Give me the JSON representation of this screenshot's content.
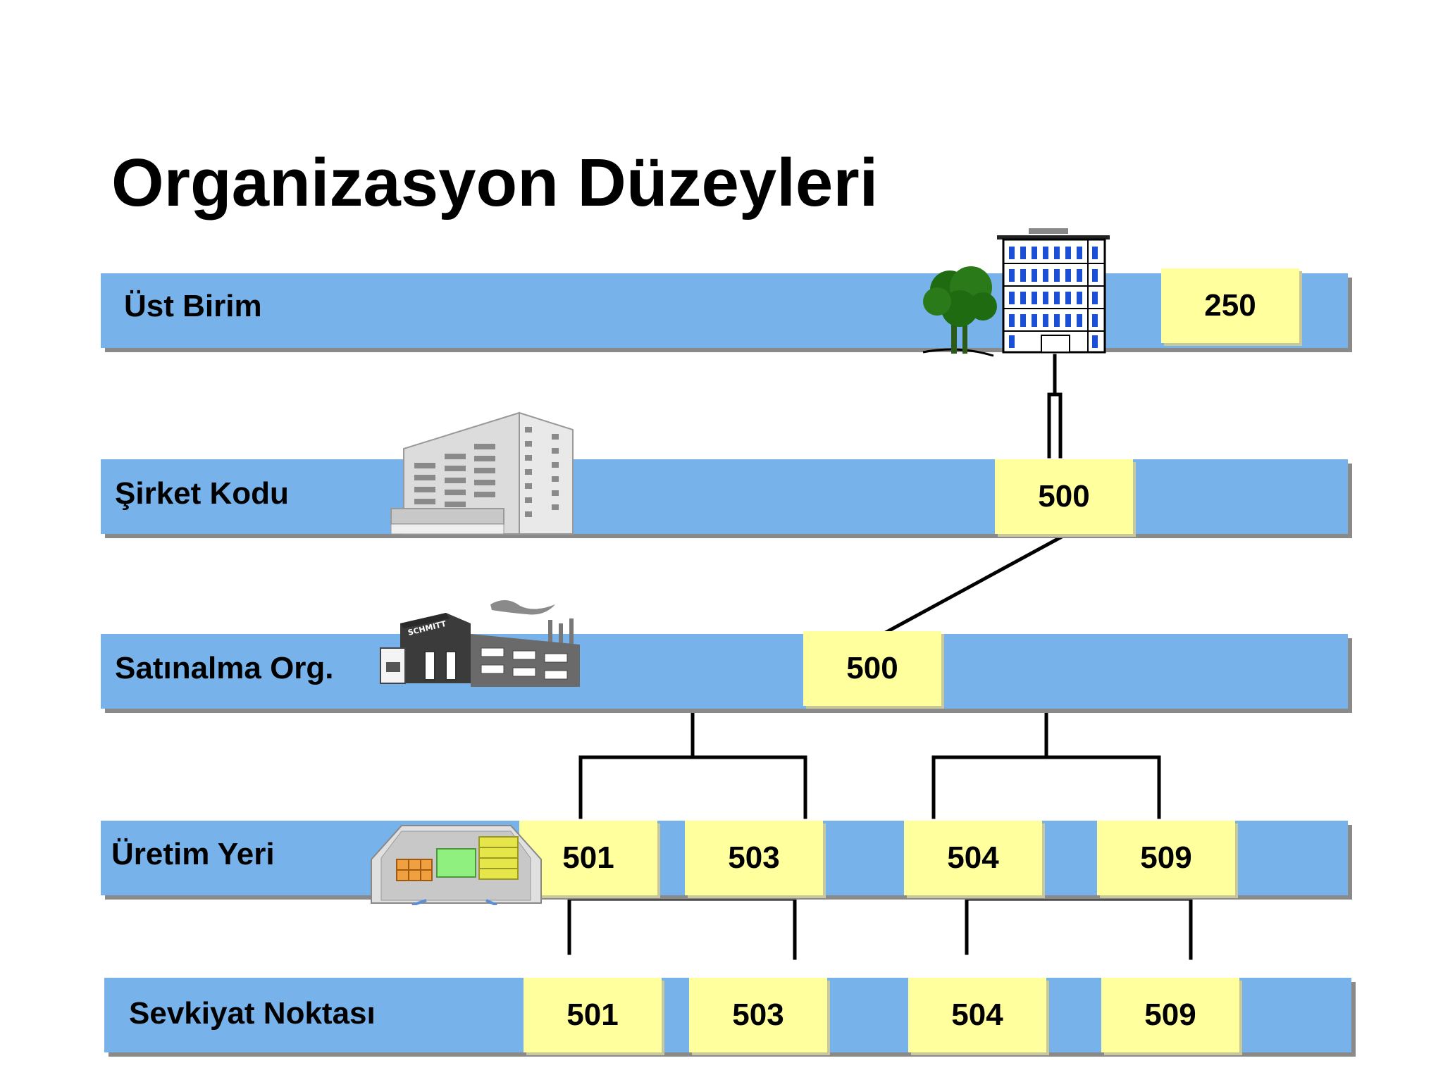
{
  "title": "Organizasyon Düzeyleri",
  "levels": [
    {
      "label": "Üst Birim",
      "codes": [
        "250"
      ]
    },
    {
      "label": "Şirket Kodu",
      "codes": [
        "500"
      ]
    },
    {
      "label": "Satınalma Org.",
      "codes": [
        "500"
      ]
    },
    {
      "label": "Üretim Yeri",
      "codes": [
        "501",
        "503",
        "504",
        "509"
      ]
    },
    {
      "label": "Sevkiyat Noktası",
      "codes": [
        "501",
        "503",
        "504",
        "509"
      ]
    }
  ],
  "icons": {
    "level0": "office-tower-with-tree",
    "level1": "company-building",
    "level2": "factory",
    "level2_sign": "SCHMITT",
    "level3": "warehouse"
  },
  "colors": {
    "band": "#77b3ea",
    "box": "#ffff9e",
    "line": "#000000"
  }
}
